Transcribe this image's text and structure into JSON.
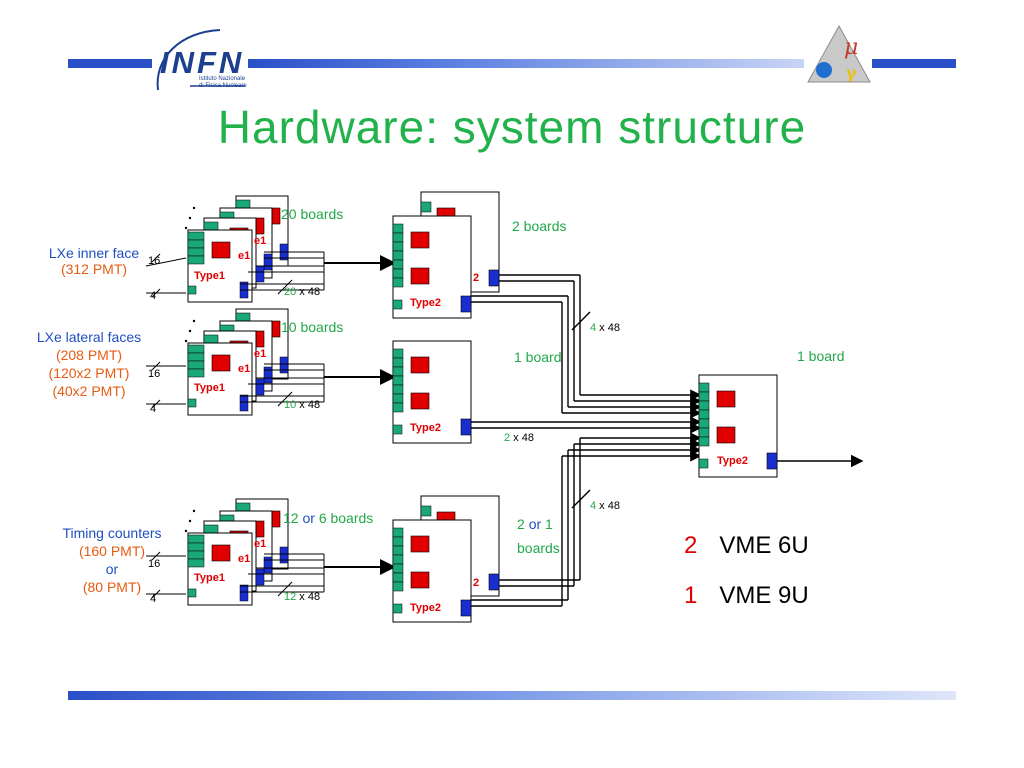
{
  "slide": {
    "title": "Hardware: system structure",
    "logo": {
      "name": "INFN",
      "sub1": "Istituto Nazionale",
      "sub2": "di Fisica Nucleare"
    }
  },
  "groups": {
    "inner": {
      "label_line1": "LXe inner face",
      "label_line2": "(312 PMT)",
      "boards": "20 boards",
      "mult_num": "20",
      "mult_rest": " x 48",
      "t2_boards": "2 boards"
    },
    "lateral": {
      "label_line1": "LXe lateral faces",
      "label_line2": "(208 PMT)",
      "label_line3": "(120x2 PMT)",
      "label_line4": "(40x2 PMT)",
      "boards": "10 boards",
      "mult_num": "10",
      "mult_rest": " x 48",
      "t2_boards": "1 board"
    },
    "timing": {
      "label_line1": "Timing counters",
      "label_line2": "(160 PMT)",
      "label_line3": "or",
      "label_line4": "(80 PMT)",
      "boards_a": "12",
      "boards_or": "or",
      "boards_b": "6 boards",
      "mult_num": "12",
      "mult_rest": " x 48",
      "t2_a": "2",
      "t2_or": "or",
      "t2_b": "1",
      "t2_boards": "boards"
    }
  },
  "links": {
    "top_num": "4",
    "top_rest": " x 48",
    "mid_num": "2",
    "mid_rest": " x 48",
    "bot_num": "4",
    "bot_rest": " x 48",
    "final_boards": "1 board"
  },
  "board_labels": {
    "type1": "Type1",
    "type1_partial": "e1",
    "type2": "Type2",
    "type2_partial": "2",
    "in16": "16",
    "in4": "4"
  },
  "legend": [
    {
      "num": "2",
      "text": "VME 6U"
    },
    {
      "num": "1",
      "text": "VME 9U"
    }
  ],
  "colors": {
    "title": "#22b24c",
    "label_blue": "#1f4fc1",
    "label_orange": "#e85b12",
    "board_red": "#e00000",
    "connector_green": "#1aa87a",
    "connector_blue": "#1a2ed0",
    "bar_blue": "#2a50c8"
  }
}
